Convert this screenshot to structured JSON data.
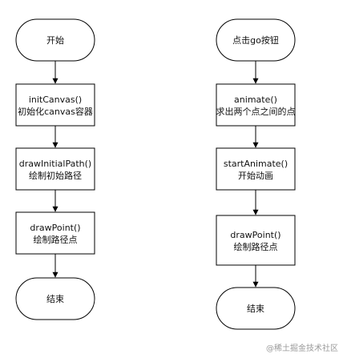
{
  "left_flow": {
    "start": "开始",
    "step1_line1": "initCanvas()",
    "step1_line2": "初始化canvas容器",
    "step2_line1": "drawInitialPath()",
    "step2_line2": "绘制初始路径",
    "step3_line1": "drawPoint()",
    "step3_line2": "绘制路径点",
    "end": "结束"
  },
  "right_flow": {
    "start": "点击go按钮",
    "step1_line1": "animate()",
    "step1_line2": "求出两个点之间的点",
    "step2_line1": "startAnimate()",
    "step2_line2": "开始动画",
    "step3_line1": "drawPoint()",
    "step3_line2": "绘制路径点",
    "end": "结束"
  },
  "watermark": "@稀土掘金技术社区"
}
